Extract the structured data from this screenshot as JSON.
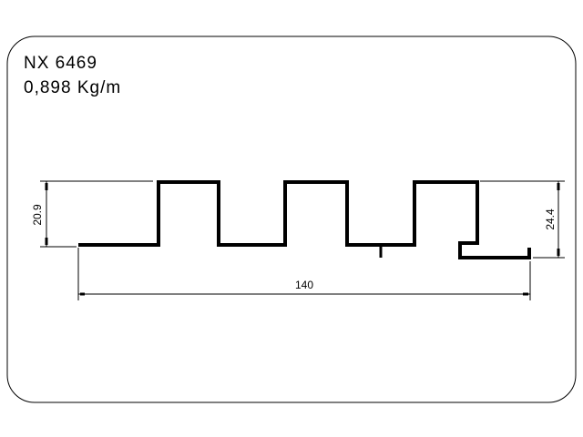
{
  "header": {
    "profile_code": "NX 6469",
    "weight": "0,898 Kg/m"
  },
  "dimensions": {
    "height_left": "20.9",
    "height_right": "24.4",
    "width": "140"
  },
  "colors": {
    "line": "#000000",
    "background": "#ffffff"
  }
}
